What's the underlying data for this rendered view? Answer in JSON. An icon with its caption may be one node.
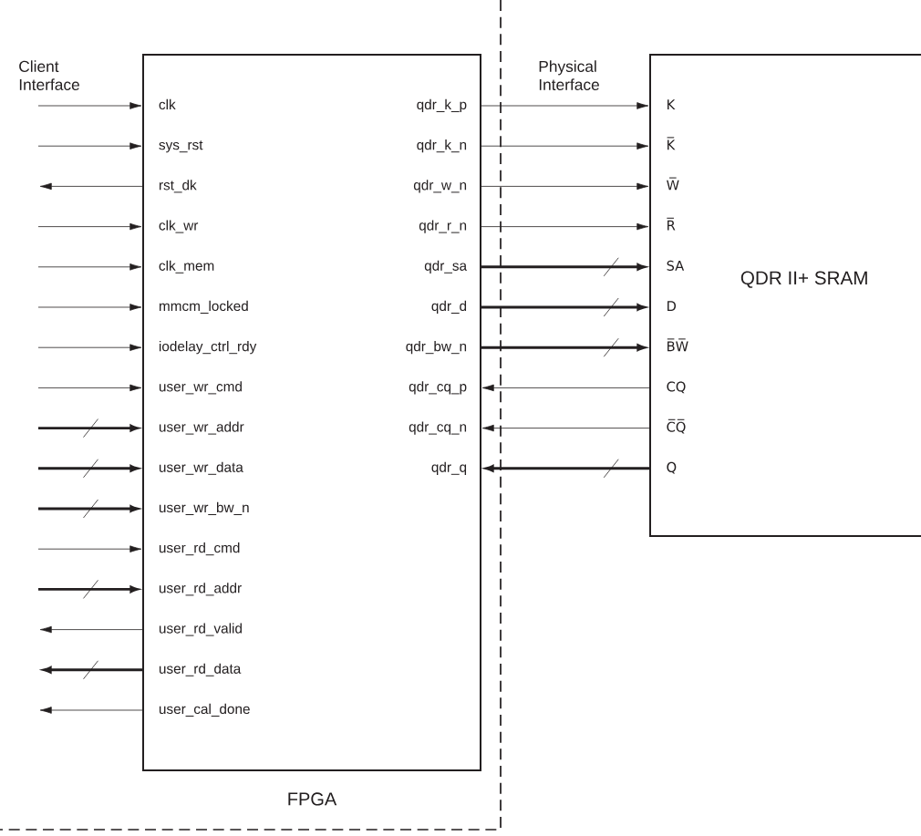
{
  "diagram": {
    "nodes": [
      {
        "text": [
          "FPGA"
        ]
      },
      {
        "text": [
          "clk"
        ],
        "in": 0
      },
      {
        "text": [
          "sys_rst"
        ],
        "in": 0
      },
      {
        "text": [
          "rst_dk"
        ],
        "in": 0
      },
      {
        "text": [
          "clk_wr"
        ],
        "in": 0
      },
      {
        "text": [
          "clk_mem"
        ],
        "in": 0
      },
      {
        "text": [
          "mmcm_locked"
        ],
        "in": 0
      },
      {
        "text": [
          "iodelay_ctrl_rdy"
        ],
        "in": 0
      },
      {
        "text": [
          "user_wr_cmd"
        ],
        "in": 0
      },
      {
        "text": [
          "user_wr_addr"
        ],
        "in": 0
      },
      {
        "text": [
          "user_wr_data"
        ],
        "in": 0
      },
      {
        "text": [
          "user_wr_bw_n"
        ],
        "in": 0
      },
      {
        "text": [
          "user_rd_cmd"
        ],
        "in": 0
      },
      {
        "text": [
          "user_rd_addr"
        ],
        "in": 0
      },
      {
        "text": [
          "user_rd_valid"
        ],
        "in": 0
      },
      {
        "text": [
          "user_rd_data"
        ],
        "in": 0
      },
      {
        "text": [
          "user_cal_done"
        ],
        "in": 0
      },
      {
        "text": [
          "qdr_k_p"
        ],
        "in": 0
      },
      {
        "text": [
          "qdr_k_n"
        ],
        "in": 0
      },
      {
        "text": [
          "qdr_w_n"
        ],
        "in": 0
      },
      {
        "text": [
          "qdr_r_n"
        ],
        "in": 0
      },
      {
        "text": [
          "qdr_sa"
        ],
        "in": 0
      },
      {
        "text": [
          "qdr_d"
        ],
        "in": 0
      },
      {
        "text": [
          "qdr_bw_n"
        ],
        "in": 0
      },
      {
        "text": [
          "qdr_cq_p"
        ],
        "in": 0
      },
      {
        "text": [
          "qdr_cq_n"
        ],
        "in": 0
      },
      {
        "text": [
          "qdr_q"
        ],
        "in": 0
      },
      {
        "text": [
          "QDR II+ SRAM"
        ]
      },
      {
        "text": [
          "K"
        ],
        "in": 27
      },
      {
        "text": [
          "K̅"
        ],
        "in": 27
      },
      {
        "text": [
          "W̅"
        ],
        "in": 27
      },
      {
        "text": [
          "R̅"
        ],
        "in": 27
      },
      {
        "text": [
          "SA"
        ],
        "in": 27
      },
      {
        "text": [
          "D"
        ],
        "in": 27
      },
      {
        "text": [
          "B̅W̅"
        ],
        "in": 27
      },
      {
        "text": [
          "CQ"
        ],
        "in": 27
      },
      {
        "text": [
          "C̅Q̅"
        ],
        "in": 27
      },
      {
        "text": [
          "Q"
        ],
        "in": 27
      }
    ],
    "edges": [
      {
        "from": null,
        "to": 1,
        "arrow": "to"
      },
      {
        "from": null,
        "to": 2,
        "arrow": "to"
      },
      {
        "from": 3,
        "to": null,
        "arrow": "to"
      },
      {
        "from": null,
        "to": 4,
        "arrow": "to"
      },
      {
        "from": null,
        "to": 5,
        "arrow": "to"
      },
      {
        "from": null,
        "to": 6,
        "arrow": "to"
      },
      {
        "from": null,
        "to": 7,
        "arrow": "to"
      },
      {
        "from": null,
        "to": 8,
        "arrow": "to"
      },
      {
        "from": null,
        "to": 9,
        "arrow": "to",
        "style": "thick"
      },
      {
        "from": null,
        "to": 10,
        "arrow": "to",
        "style": "thick"
      },
      {
        "from": null,
        "to": 11,
        "arrow": "to",
        "style": "thick"
      },
      {
        "from": null,
        "to": 12,
        "arrow": "to"
      },
      {
        "from": null,
        "to": 13,
        "arrow": "to",
        "style": "thick"
      },
      {
        "from": 14,
        "to": null,
        "arrow": "to"
      },
      {
        "from": 15,
        "to": null,
        "arrow": "to",
        "style": "thick"
      },
      {
        "from": 16,
        "to": null,
        "arrow": "to"
      },
      {
        "from": 17,
        "to": 28,
        "arrow": "to"
      },
      {
        "from": 18,
        "to": 29,
        "arrow": "to"
      },
      {
        "from": 19,
        "to": 30,
        "arrow": "to"
      },
      {
        "from": 20,
        "to": 31,
        "arrow": "to"
      },
      {
        "from": 21,
        "to": 32,
        "arrow": "to",
        "style": "thick"
      },
      {
        "from": 22,
        "to": 33,
        "arrow": "to",
        "style": "thick"
      },
      {
        "from": 23,
        "to": 34,
        "arrow": "to",
        "style": "thick"
      },
      {
        "from": 35,
        "to": 24,
        "arrow": "to"
      },
      {
        "from": 36,
        "to": 25,
        "arrow": "to"
      },
      {
        "from": 37,
        "to": 26,
        "arrow": "to",
        "style": "thick"
      }
    ],
    "labels": [
      "Client Interface",
      "Physical Interface"
    ]
  }
}
